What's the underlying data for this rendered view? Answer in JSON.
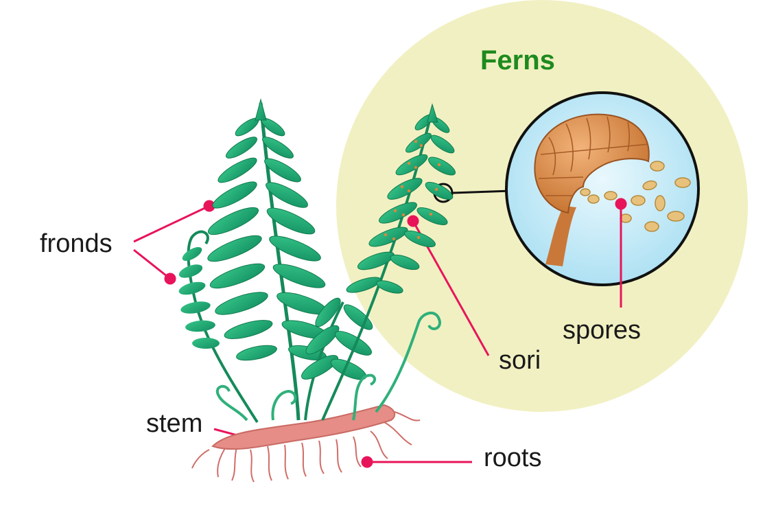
{
  "diagram": {
    "title": "Ferns",
    "labels": {
      "fronds": "fronds",
      "stem": "stem",
      "roots": "roots",
      "sori": "sori",
      "spores": "spores"
    },
    "colors": {
      "title": "#1e8a1e",
      "background_circle": "#f1f0c2",
      "leader_line": "#e8145a",
      "frond_green": "#2fb07a",
      "frond_dark": "#158a5a",
      "stem_pink": "#e58d86",
      "root_pink": "#cf6d68",
      "sporangium": "#d98a44",
      "zoom_bg": "#c9eef8",
      "spore": "#e8c27c"
    }
  }
}
